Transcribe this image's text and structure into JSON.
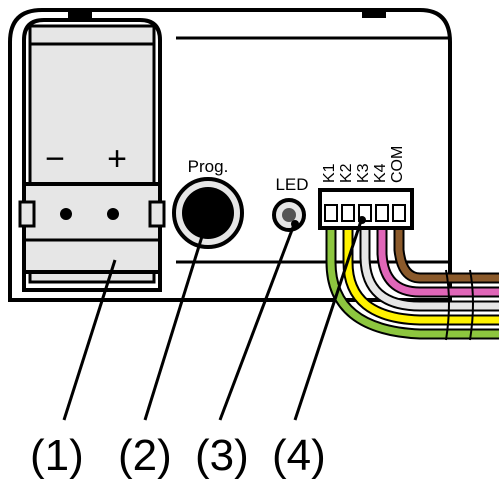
{
  "labels": {
    "minus": "−",
    "plus": "+",
    "prog": "Prog.",
    "led": "LED",
    "terminals": [
      "K1",
      "K2",
      "K3",
      "K4",
      "COM"
    ]
  },
  "callouts": [
    "(1)",
    "(2)",
    "(3)",
    "(4)"
  ],
  "colors": {
    "outline": "#000000",
    "housing": "#ffffff",
    "cover": "#e6e6e6",
    "terminal_block": "#ffffff",
    "wire_k1": "#8dc63f",
    "wire_k2": "#fff200",
    "wire_k3": "#e6e6e6",
    "wire_k4": "#e066b8",
    "wire_com": "#8b5a2b"
  }
}
